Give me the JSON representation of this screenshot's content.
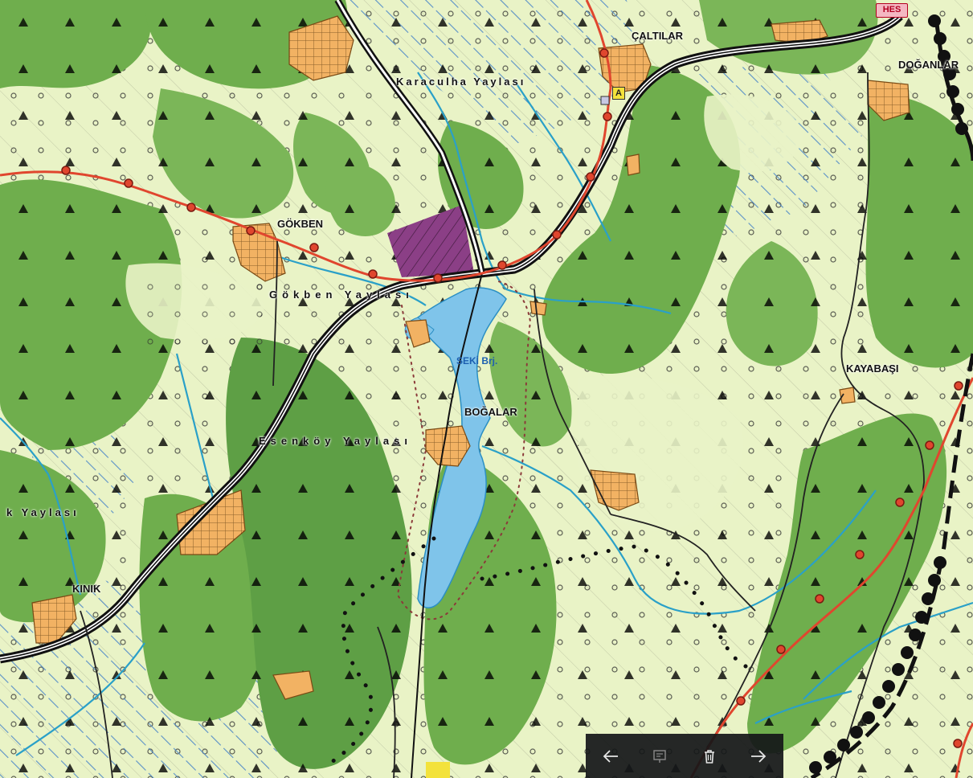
{
  "map": {
    "places": [
      {
        "id": "caltilar",
        "name": "ÇALTILAR"
      },
      {
        "id": "doganlar",
        "name": "DOĞANLAR"
      },
      {
        "id": "gokben",
        "name": "GÖKBEN"
      },
      {
        "id": "bogalar",
        "name": "BOĞALAR"
      },
      {
        "id": "kayabasi",
        "name": "KAYABAŞI"
      },
      {
        "id": "kinik",
        "name": "KINIK"
      }
    ],
    "yaylas": [
      {
        "id": "karaculha",
        "name": "Karaculha Yaylası"
      },
      {
        "id": "gokben",
        "name": "Gökben Yaylası"
      },
      {
        "id": "esenkoy",
        "name": "Esenköy Yaylası"
      },
      {
        "id": "kinik",
        "name": "k Yaylası"
      }
    ],
    "water": {
      "dam_label": "SEKİ Brj."
    },
    "badges": {
      "hes": "HES",
      "a_marker": "A"
    },
    "colors": {
      "background": "#e9f3c6",
      "forest": "#6fae4d",
      "forest_dark": "#4f8f3a",
      "settlement": "#f2b263",
      "purple_zone": "#8b3f86",
      "reservoir": "#7fc4ea",
      "stream": "#2aa0c8",
      "hatch": "#4a86c8",
      "powerline": "#e0462e",
      "highway": "#111111"
    }
  },
  "toolbar": {
    "buttons": [
      {
        "name": "prev-button",
        "icon": "arrow-left-icon"
      },
      {
        "name": "info-button",
        "icon": "slides-icon"
      },
      {
        "name": "delete-button",
        "icon": "trash-icon"
      },
      {
        "name": "next-button",
        "icon": "arrow-right-icon"
      }
    ]
  }
}
